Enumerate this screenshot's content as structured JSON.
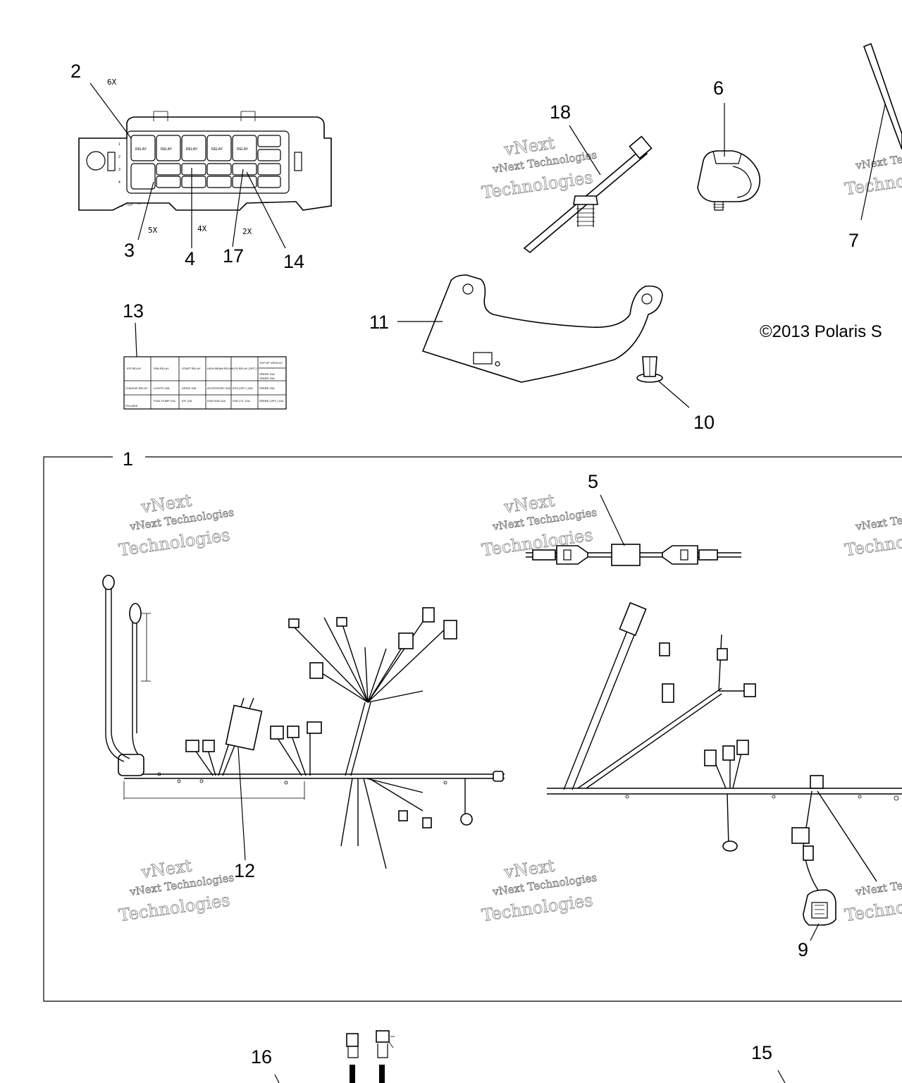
{
  "callouts": {
    "c1": "1",
    "c2": "2",
    "c3": "3",
    "c4": "4",
    "c5": "5",
    "c6": "6",
    "c7": "7",
    "c9": "9",
    "c10": "10",
    "c11": "11",
    "c12": "12",
    "c13": "13",
    "c14": "14",
    "c15": "15",
    "c16": "16",
    "c17": "17",
    "c18": "18"
  },
  "quantities": {
    "q6x": "6X",
    "q5x": "5X",
    "q4x": "4X",
    "q2x": "2X"
  },
  "copyright": "©2013 Polaris S",
  "watermark": {
    "line1": "vNext Technologies",
    "line2": "Technologies",
    "line3": "vNext"
  },
  "fuse_block": {
    "relays": [
      "RELAY",
      "RELAY",
      "RELAY",
      "RELAY",
      "RELAY"
    ],
    "rows": [
      "1",
      "2",
      "3",
      "4"
    ]
  },
  "label_13": {
    "cells": [
      "EFI RELAY",
      "FAN RELAY",
      "START RELAY",
      "HIGH BEAM RELAY",
      "LPS RELAY (OPT.)",
      "TOP OF VEHICLE",
      "SPARE 10A",
      "SPARE 15A",
      "CHASSIS RELAY",
      "LIGHTS 20A",
      "DRIVE 20A",
      "ACCESSORY 20A",
      "EPS (OPT.) 30A",
      "SPARE 20A",
      "FUEL PUMP 10A",
      "EFI 10A",
      "IGNITION 10A",
      "FAN CTL 10A",
      "SPARE (OPT.) 10A",
      "POLARIS"
    ]
  },
  "colors": {
    "line": "#000000",
    "background": "#ffffff",
    "watermark": "#777777"
  }
}
